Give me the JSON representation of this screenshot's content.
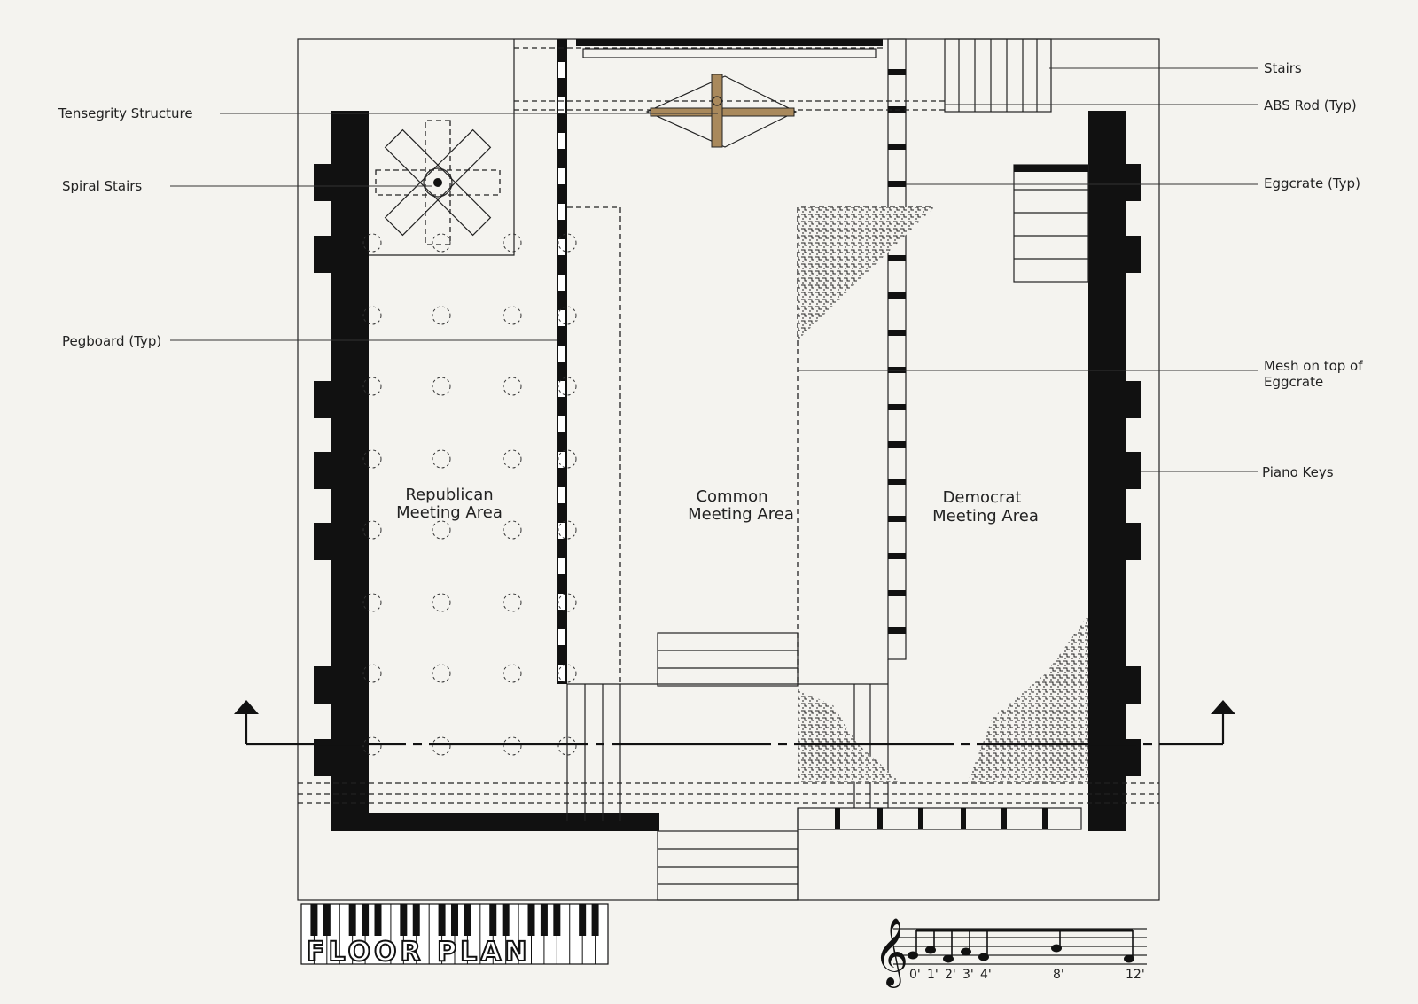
{
  "labels": {
    "tensegrity": "Tensegrity Structure",
    "spiral_stairs": "Spiral Stairs",
    "pegboard": "Pegboard (Typ)",
    "stairs": "Stairs",
    "abs_rod": "ABS Rod (Typ)",
    "eggcrate": "Eggcrate (Typ)",
    "mesh_line1": "Mesh on top of",
    "mesh_line2": "Eggcrate",
    "piano_keys": "Piano Keys"
  },
  "areas": {
    "republican_line1": "Republican",
    "republican_line2": "Meeting Area",
    "common_line1": "Common",
    "common_line2": "Meeting Area",
    "democrat_line1": "Democrat",
    "democrat_line2": "Meeting Area"
  },
  "title": "FLOOR PLAN",
  "scale_ticks": [
    "0'",
    "1'",
    "2'",
    "3'",
    "4'",
    "8'",
    "12'"
  ],
  "colors": {
    "ink": "#111111",
    "paper": "#f4f3ef",
    "tensegrity_wood": "#a9895c"
  }
}
